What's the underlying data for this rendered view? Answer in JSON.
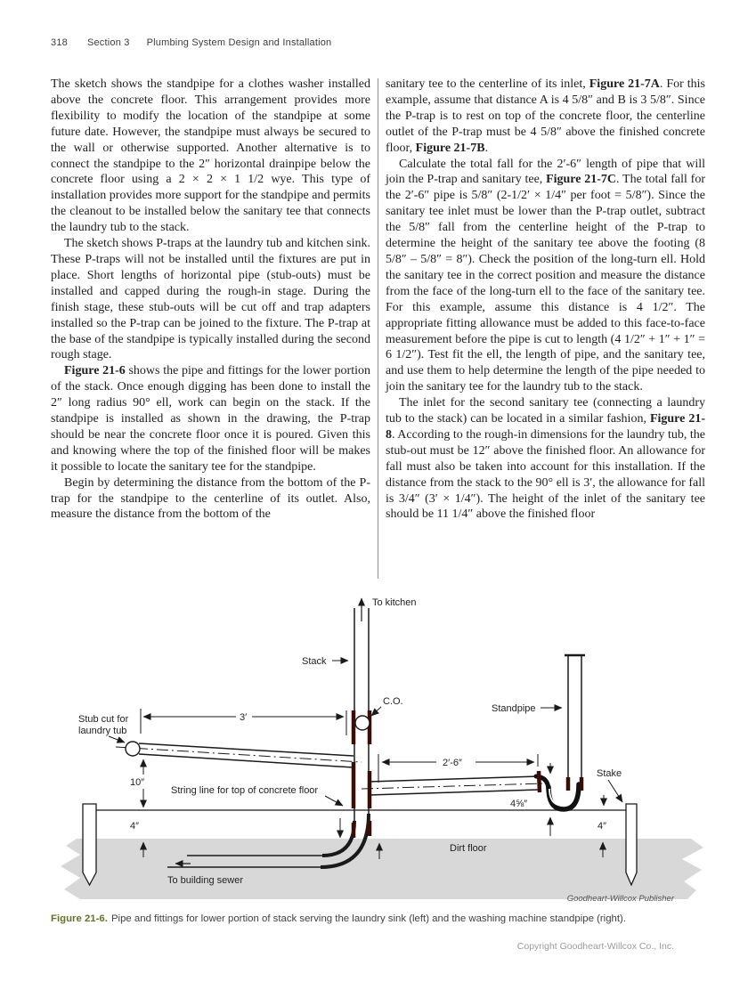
{
  "header": {
    "page_number": "318",
    "section": "Section 3",
    "title": "Plumbing System Design and Installation"
  },
  "columns": {
    "left": [
      {
        "indent": false,
        "segs": [
          {
            "t": "The sketch shows the standpipe for a clothes washer installed above the concrete floor. This arrangement provides more flexibility to modify the location of the standpipe at some future date. However, the standpipe must always be secured to the wall or otherwise supported. Another alternative is to connect the standpipe to the 2″ horizontal drainpipe below the concrete floor using a 2 × 2 × 1 1/2 wye. This type of installation provides more support for the standpipe and permits the cleanout to be installed below the sanitary tee that connects the laundry tub to the stack."
          }
        ]
      },
      {
        "indent": true,
        "segs": [
          {
            "t": "The sketch shows P-traps at the laundry tub and kitchen sink. These P-traps will not be installed until the fixtures are put in place. Short lengths of horizontal pipe (stub-outs) must be installed and capped during the rough-in stage. During the finish stage, these stub-outs will be cut off and trap adapters installed so the P-trap can be joined to the fixture. The P-trap at the base of the standpipe is typically installed during the second rough stage."
          }
        ]
      },
      {
        "indent": true,
        "segs": [
          {
            "t": "Figure 21-6",
            "b": true
          },
          {
            "t": " shows the pipe and fittings for the lower portion of the stack. Once enough digging has been done to install the 2″ long radius 90° ell, work can begin on the stack. If the standpipe is installed as shown in the drawing, the P-trap should be near the concrete floor once it is poured. Given this and knowing where the top of the finished floor will be makes it possible to locate the sanitary tee for the standpipe."
          }
        ]
      },
      {
        "indent": true,
        "segs": [
          {
            "t": "Begin by determining the distance from the bottom of the P-trap for the standpipe to the centerline of its outlet. Also, measure the distance from the bottom of the"
          }
        ]
      }
    ],
    "right": [
      {
        "indent": false,
        "segs": [
          {
            "t": "sanitary tee to the centerline of its inlet, "
          },
          {
            "t": "Figure 21-7A",
            "b": true
          },
          {
            "t": ". For this example, assume that distance A is 4 5/8″ and B is 3 5/8″. Since the P-trap is to rest on top of the concrete floor, the centerline outlet of the P-trap must be 4 5/8″ above the finished concrete floor, "
          },
          {
            "t": "Figure 21-7B",
            "b": true
          },
          {
            "t": "."
          }
        ]
      },
      {
        "indent": true,
        "segs": [
          {
            "t": "Calculate the total fall for the 2′-6″ length of pipe that will join the P-trap and sanitary tee, "
          },
          {
            "t": "Figure 21-7C",
            "b": true
          },
          {
            "t": ". The total fall for the 2′-6″ pipe is 5/8″ (2-1/2′ × 1/4″ per foot = 5/8″). Since the sanitary tee inlet must be lower than the P-trap outlet, subtract the 5/8″ fall from the centerline height of the P-trap to determine the height of the sanitary tee above the footing (8 5/8″ – 5/8″ = 8″). Check the position of the long-turn ell. Hold the sanitary tee in the correct position and measure the distance from the face of the long-turn ell to the face of the sanitary tee. For this example, assume this distance is 4 1/2″. The appropriate fitting allowance must be added to this face-to-face measurement before the pipe is cut to length (4 1/2″ + 1″ + 1″ = 6 1/2″). Test fit the ell, the length of pipe, and the sanitary tee, and use them to help determine the length of the pipe needed to join the sanitary tee for the laundry tub to the stack."
          }
        ]
      },
      {
        "indent": true,
        "segs": [
          {
            "t": "The inlet for the second sanitary tee (connecting a laundry tub to the stack) can be located in a similar fashion, "
          },
          {
            "t": "Figure 21-8",
            "b": true
          },
          {
            "t": ". According to the rough-in dimensions for the laundry tub, the stub-out must be 12″ above the finished floor. An allowance for fall must also be taken into account for this installation. If the distance from the stack to the 90° ell is 3′, the allowance for fall is 3/4″ (3′ × 1/4″). The height of the inlet of the sanitary tee should be 11 1/4″ above the finished floor"
          }
        ]
      }
    ]
  },
  "figure": {
    "labels": {
      "to_kitchen": "To kitchen",
      "stack": "Stack",
      "co": "C.O.",
      "stub_cut_1": "Stub cut for",
      "stub_cut_2": "laundry tub",
      "dim_3ft": "3′",
      "dim_10in": "10″",
      "string_line": "String line for top of concrete floor",
      "dim_4in_left": "4″",
      "standpipe": "Standpipe",
      "dim_2ft6in": "2′-6″",
      "dim_4_5_8in": "4⅝″",
      "stake": "Stake",
      "dim_4in_right": "4″",
      "dirt_floor": "Dirt floor",
      "to_building_sewer": "To building sewer"
    },
    "credit": "Goodheart-Willcox Publisher",
    "caption_label": "Figure 21-6.",
    "caption_text": "Pipe and fittings for lower portion of stack serving the laundry sink (left) and the washing machine standpipe (right)."
  },
  "footer": {
    "copyright": "Copyright Goodheart-Willcox Co., Inc."
  },
  "colors": {
    "caption_green": "#667227",
    "hub_fitting": "#3a0e06",
    "dirt_gray": "#d8d8d8"
  }
}
